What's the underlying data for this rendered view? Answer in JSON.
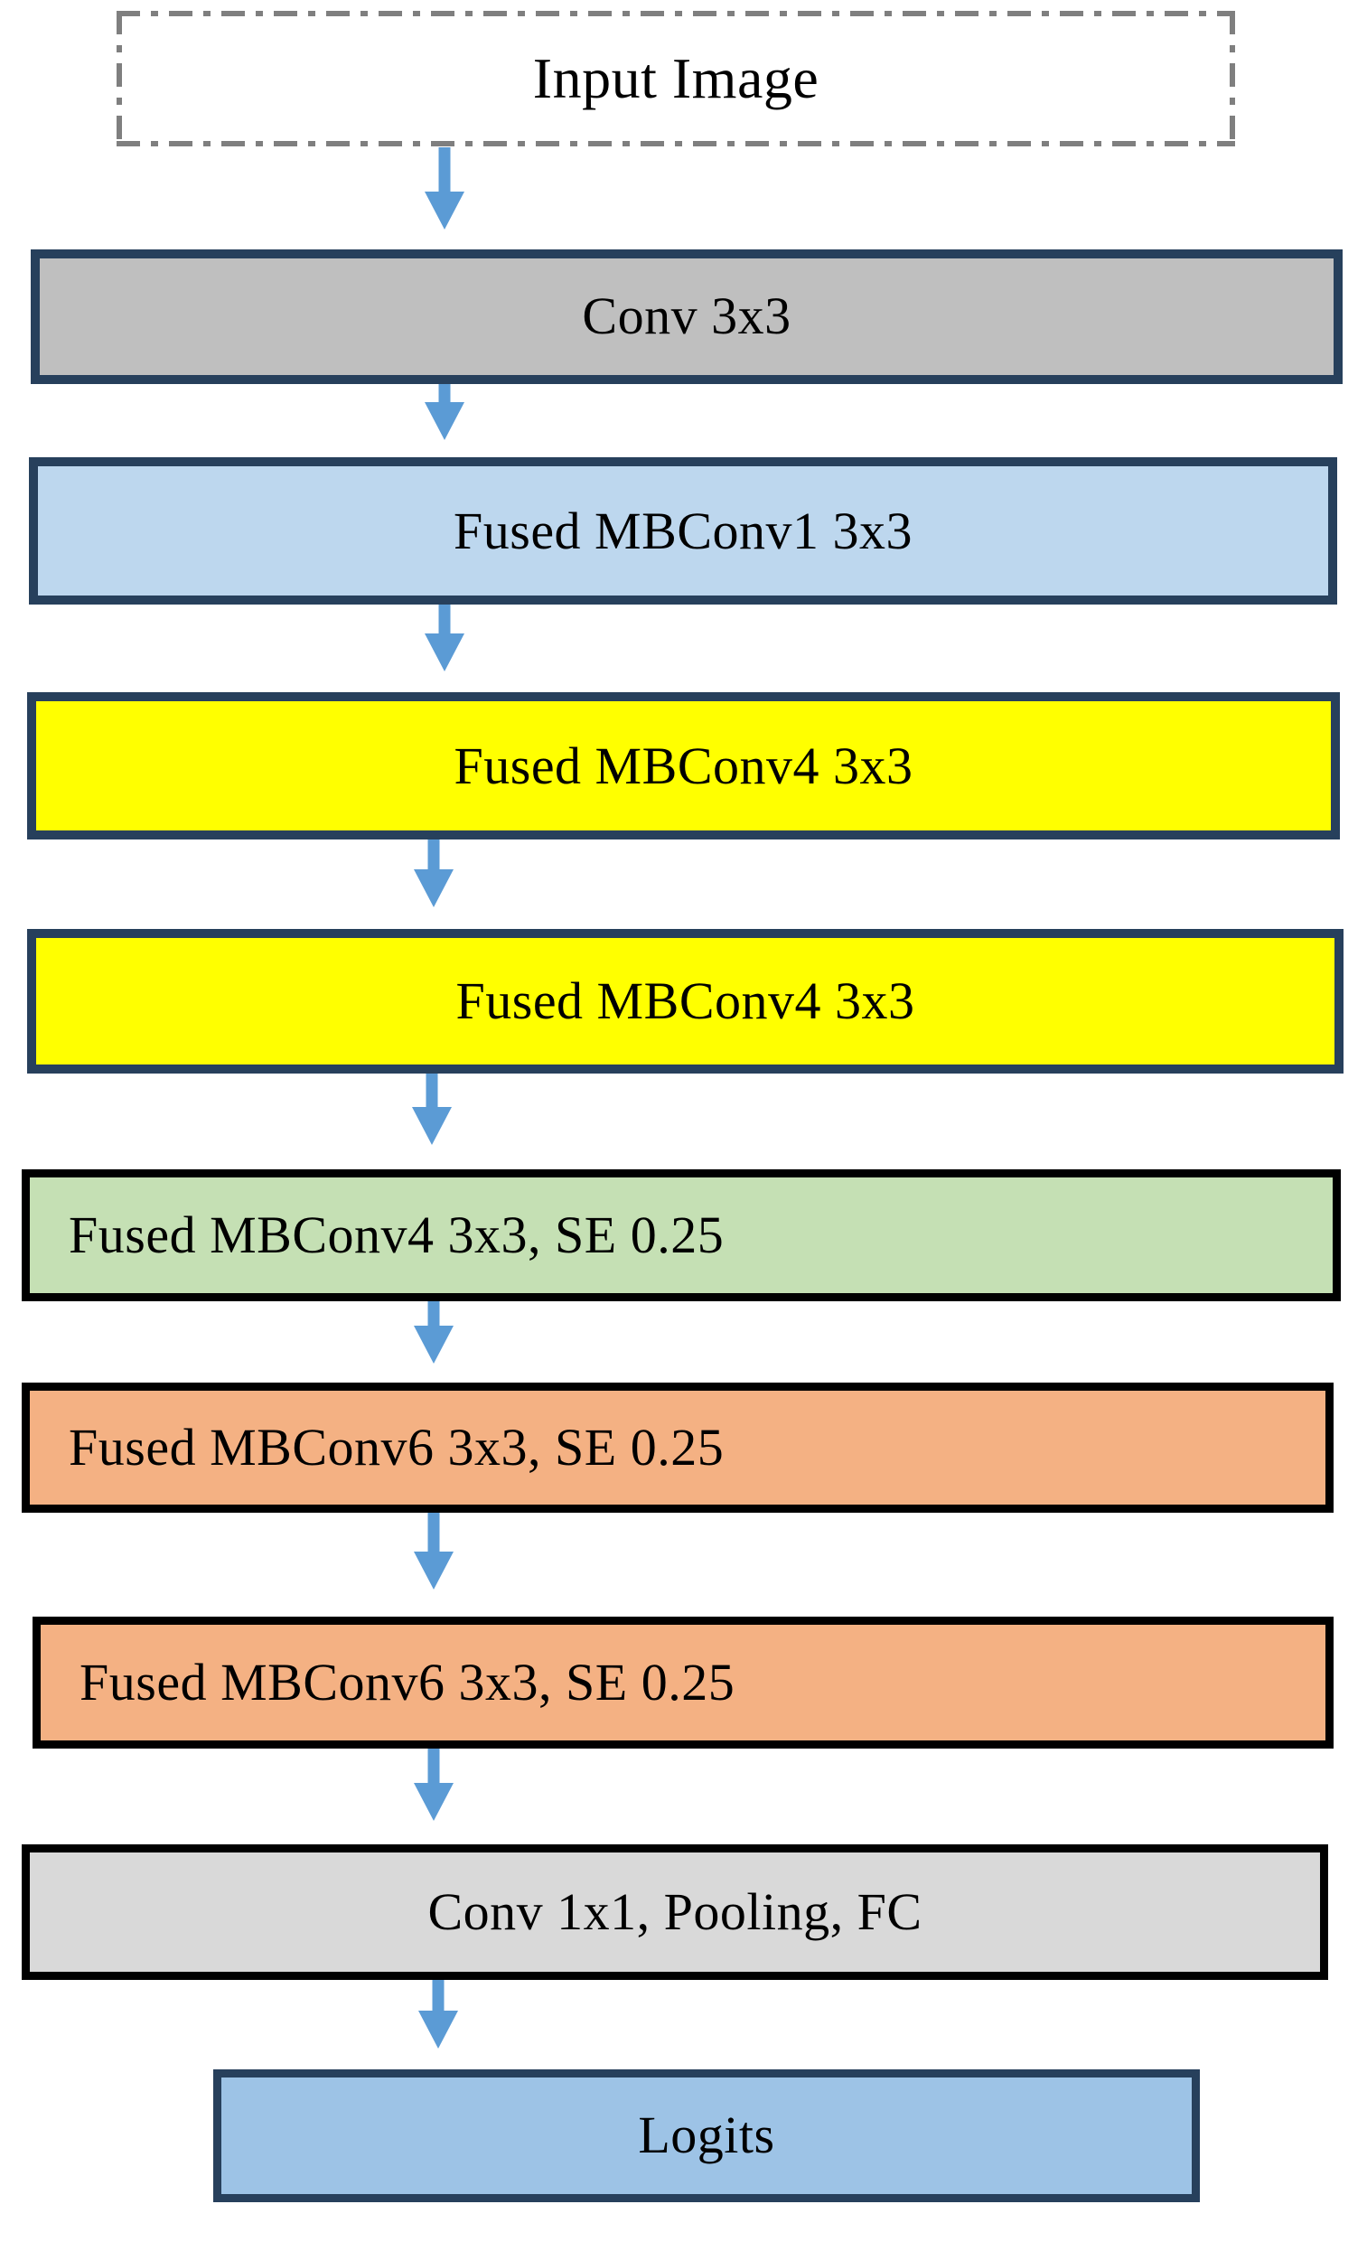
{
  "diagram": {
    "title": "EfficientNetV2 / Fused-MBConv network architecture flowchart",
    "orientation": "top-to-bottom",
    "colors": {
      "arrow": "#5B9BD5",
      "border_navy": "#27405C",
      "border_black": "#000000",
      "border_dashdot": "#7F7F7F",
      "fill_gray": "#BFBFBF",
      "fill_light_blue": "#BDD7EE",
      "fill_yellow": "#FFFF00",
      "fill_green": "#C5E0B4",
      "fill_orange": "#F4B183",
      "fill_light_gray": "#D9D9D9",
      "fill_medium_blue": "#9DC3E6",
      "fill_white": "#FFFFFF",
      "text": "#000000"
    },
    "nodes": [
      {
        "id": "input-image",
        "label": "Input Image"
      },
      {
        "id": "conv-3x3",
        "label": "Conv 3x3"
      },
      {
        "id": "fused-mbconv1",
        "label": "Fused MBConv1 3x3"
      },
      {
        "id": "fused-mbconv4-a",
        "label": "Fused MBConv4 3x3"
      },
      {
        "id": "fused-mbconv4-b",
        "label": "Fused MBConv4 3x3"
      },
      {
        "id": "fused-mbconv4-se",
        "label": "Fused MBConv4 3x3, SE 0.25"
      },
      {
        "id": "fused-mbconv6-se-a",
        "label": "Fused MBConv6 3x3, SE 0.25"
      },
      {
        "id": "fused-mbconv6-se-b",
        "label": "Fused MBConv6 3x3, SE 0.25"
      },
      {
        "id": "conv-1x1-pool-fc",
        "label": "Conv 1x1, Pooling, FC"
      },
      {
        "id": "logits",
        "label": "Logits"
      }
    ],
    "edges": [
      {
        "from": "input-image",
        "to": "conv-3x3"
      },
      {
        "from": "conv-3x3",
        "to": "fused-mbconv1"
      },
      {
        "from": "fused-mbconv1",
        "to": "fused-mbconv4-a"
      },
      {
        "from": "fused-mbconv4-a",
        "to": "fused-mbconv4-b"
      },
      {
        "from": "fused-mbconv4-b",
        "to": "fused-mbconv4-se"
      },
      {
        "from": "fused-mbconv4-se",
        "to": "fused-mbconv6-se-a"
      },
      {
        "from": "fused-mbconv6-se-a",
        "to": "fused-mbconv6-se-b"
      },
      {
        "from": "fused-mbconv6-se-b",
        "to": "conv-1x1-pool-fc"
      },
      {
        "from": "conv-1x1-pool-fc",
        "to": "logits"
      }
    ]
  }
}
